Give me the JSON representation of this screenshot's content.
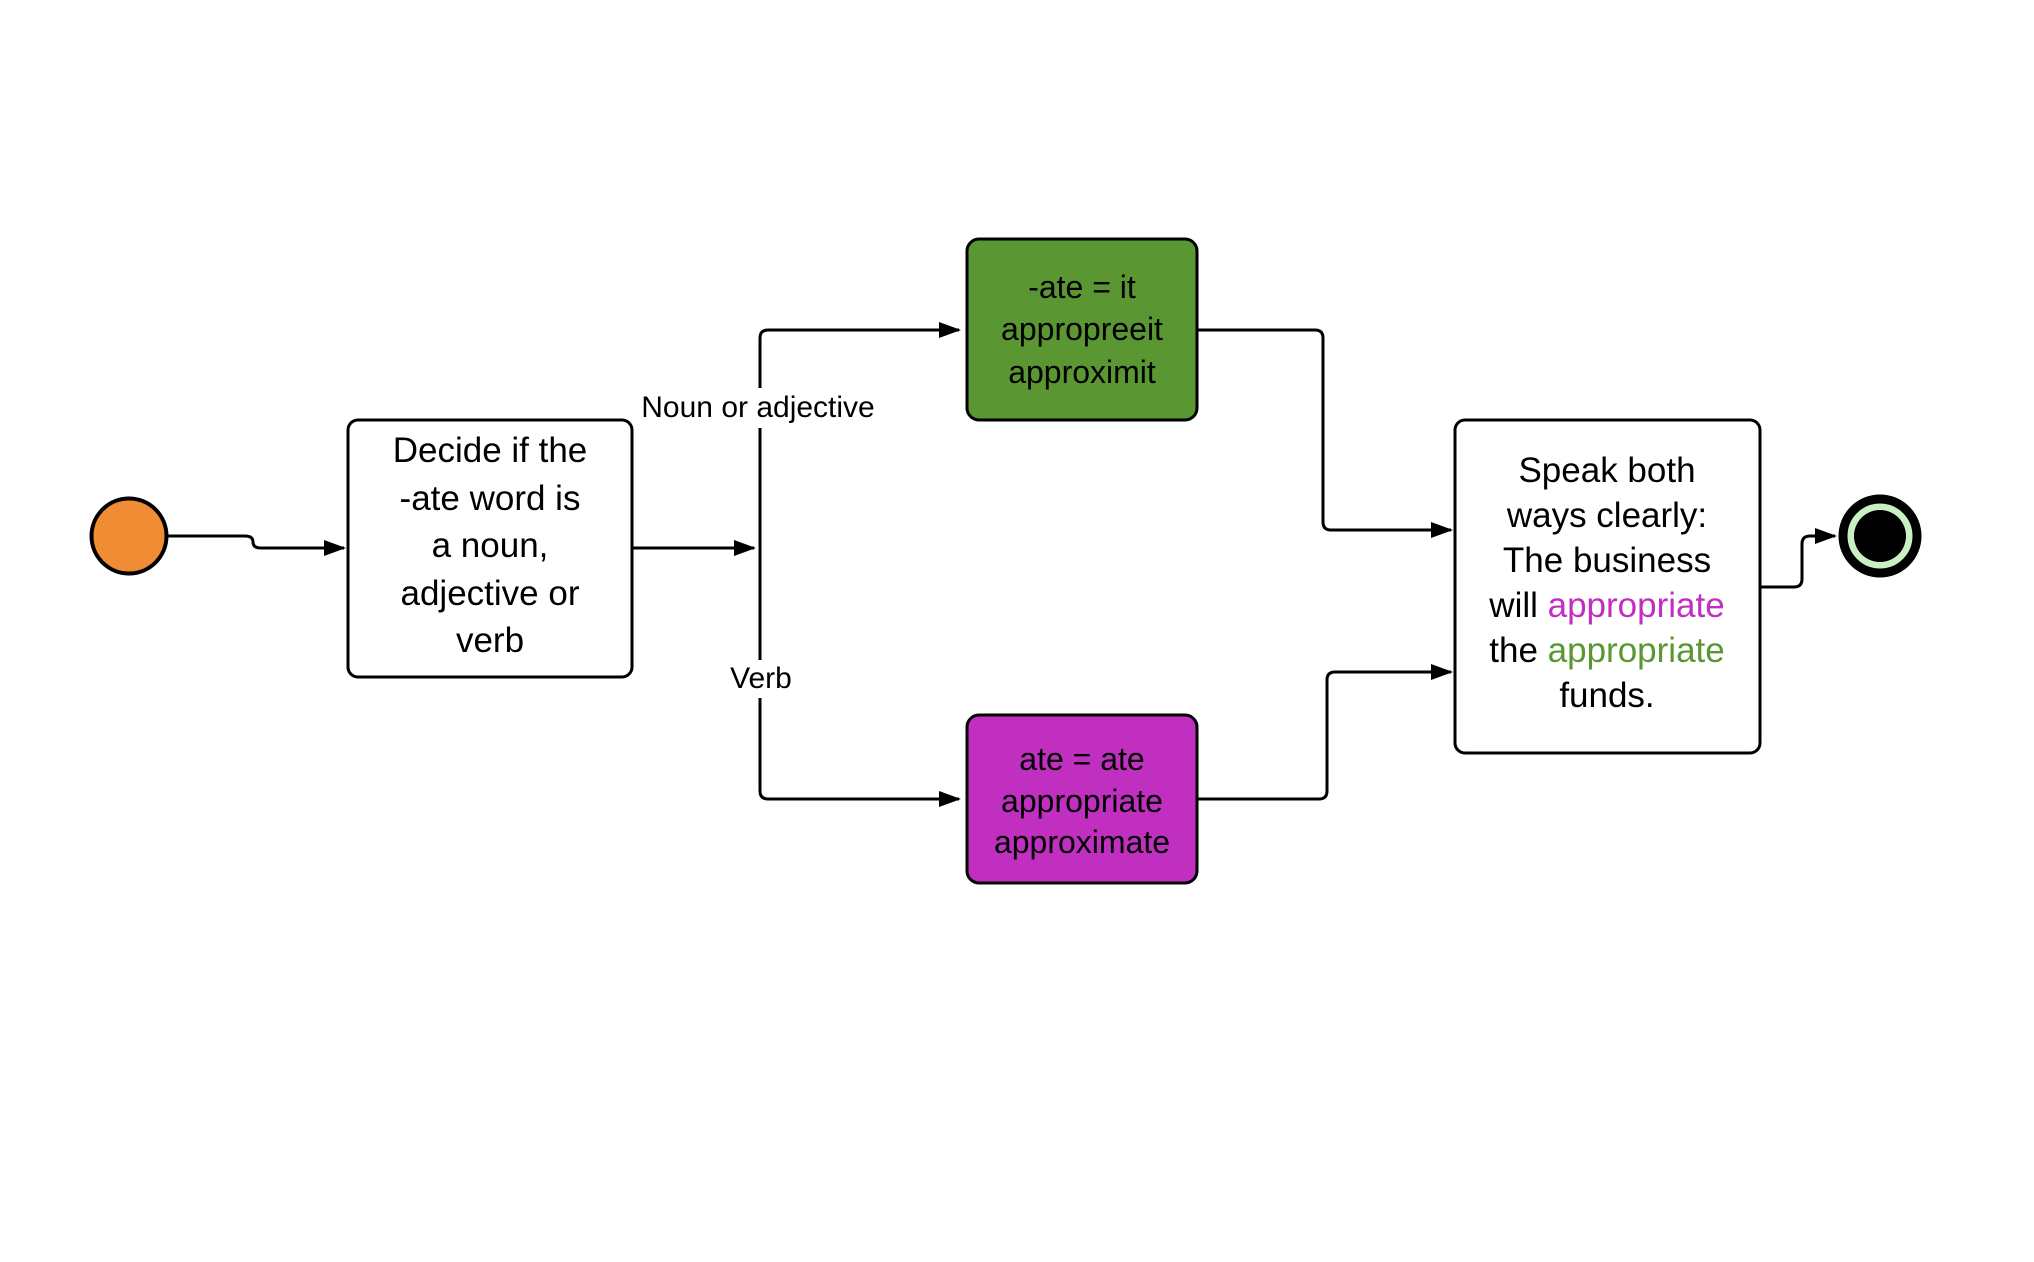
{
  "diagram": {
    "colors": {
      "stroke": "#000000",
      "background": "#ffffff",
      "start_fill": "#EF8C34",
      "white_box_fill": "#ffffff",
      "noun_box_fill": "#5A9632",
      "verb_box_fill": "#C02FC0",
      "final_node_ring": "#CBEEC5",
      "final_node_core": "#000000",
      "magenta_word_color": "#C02FC0",
      "green_word_color": "#5A9632"
    },
    "nodes": {
      "decide": {
        "lines": [
          "Decide if the",
          "-ate word is",
          "a noun,",
          "adjective or",
          "verb"
        ]
      },
      "noun_result": {
        "lines": [
          "-ate = it",
          "appropreeit",
          "approximit"
        ]
      },
      "verb_result": {
        "lines": [
          "ate = ate",
          "appropriate",
          "approximate"
        ]
      },
      "speak": {
        "line1": "Speak both",
        "line2": "ways clearly:",
        "line3": "The business",
        "line4_prefix": "will ",
        "line4_word": "appropriate",
        "line5_prefix": "the ",
        "line5_word": "appropriate",
        "line6": "funds."
      }
    },
    "edge_labels": {
      "noun_branch": "Noun or adjective",
      "verb_branch": "Verb"
    }
  }
}
